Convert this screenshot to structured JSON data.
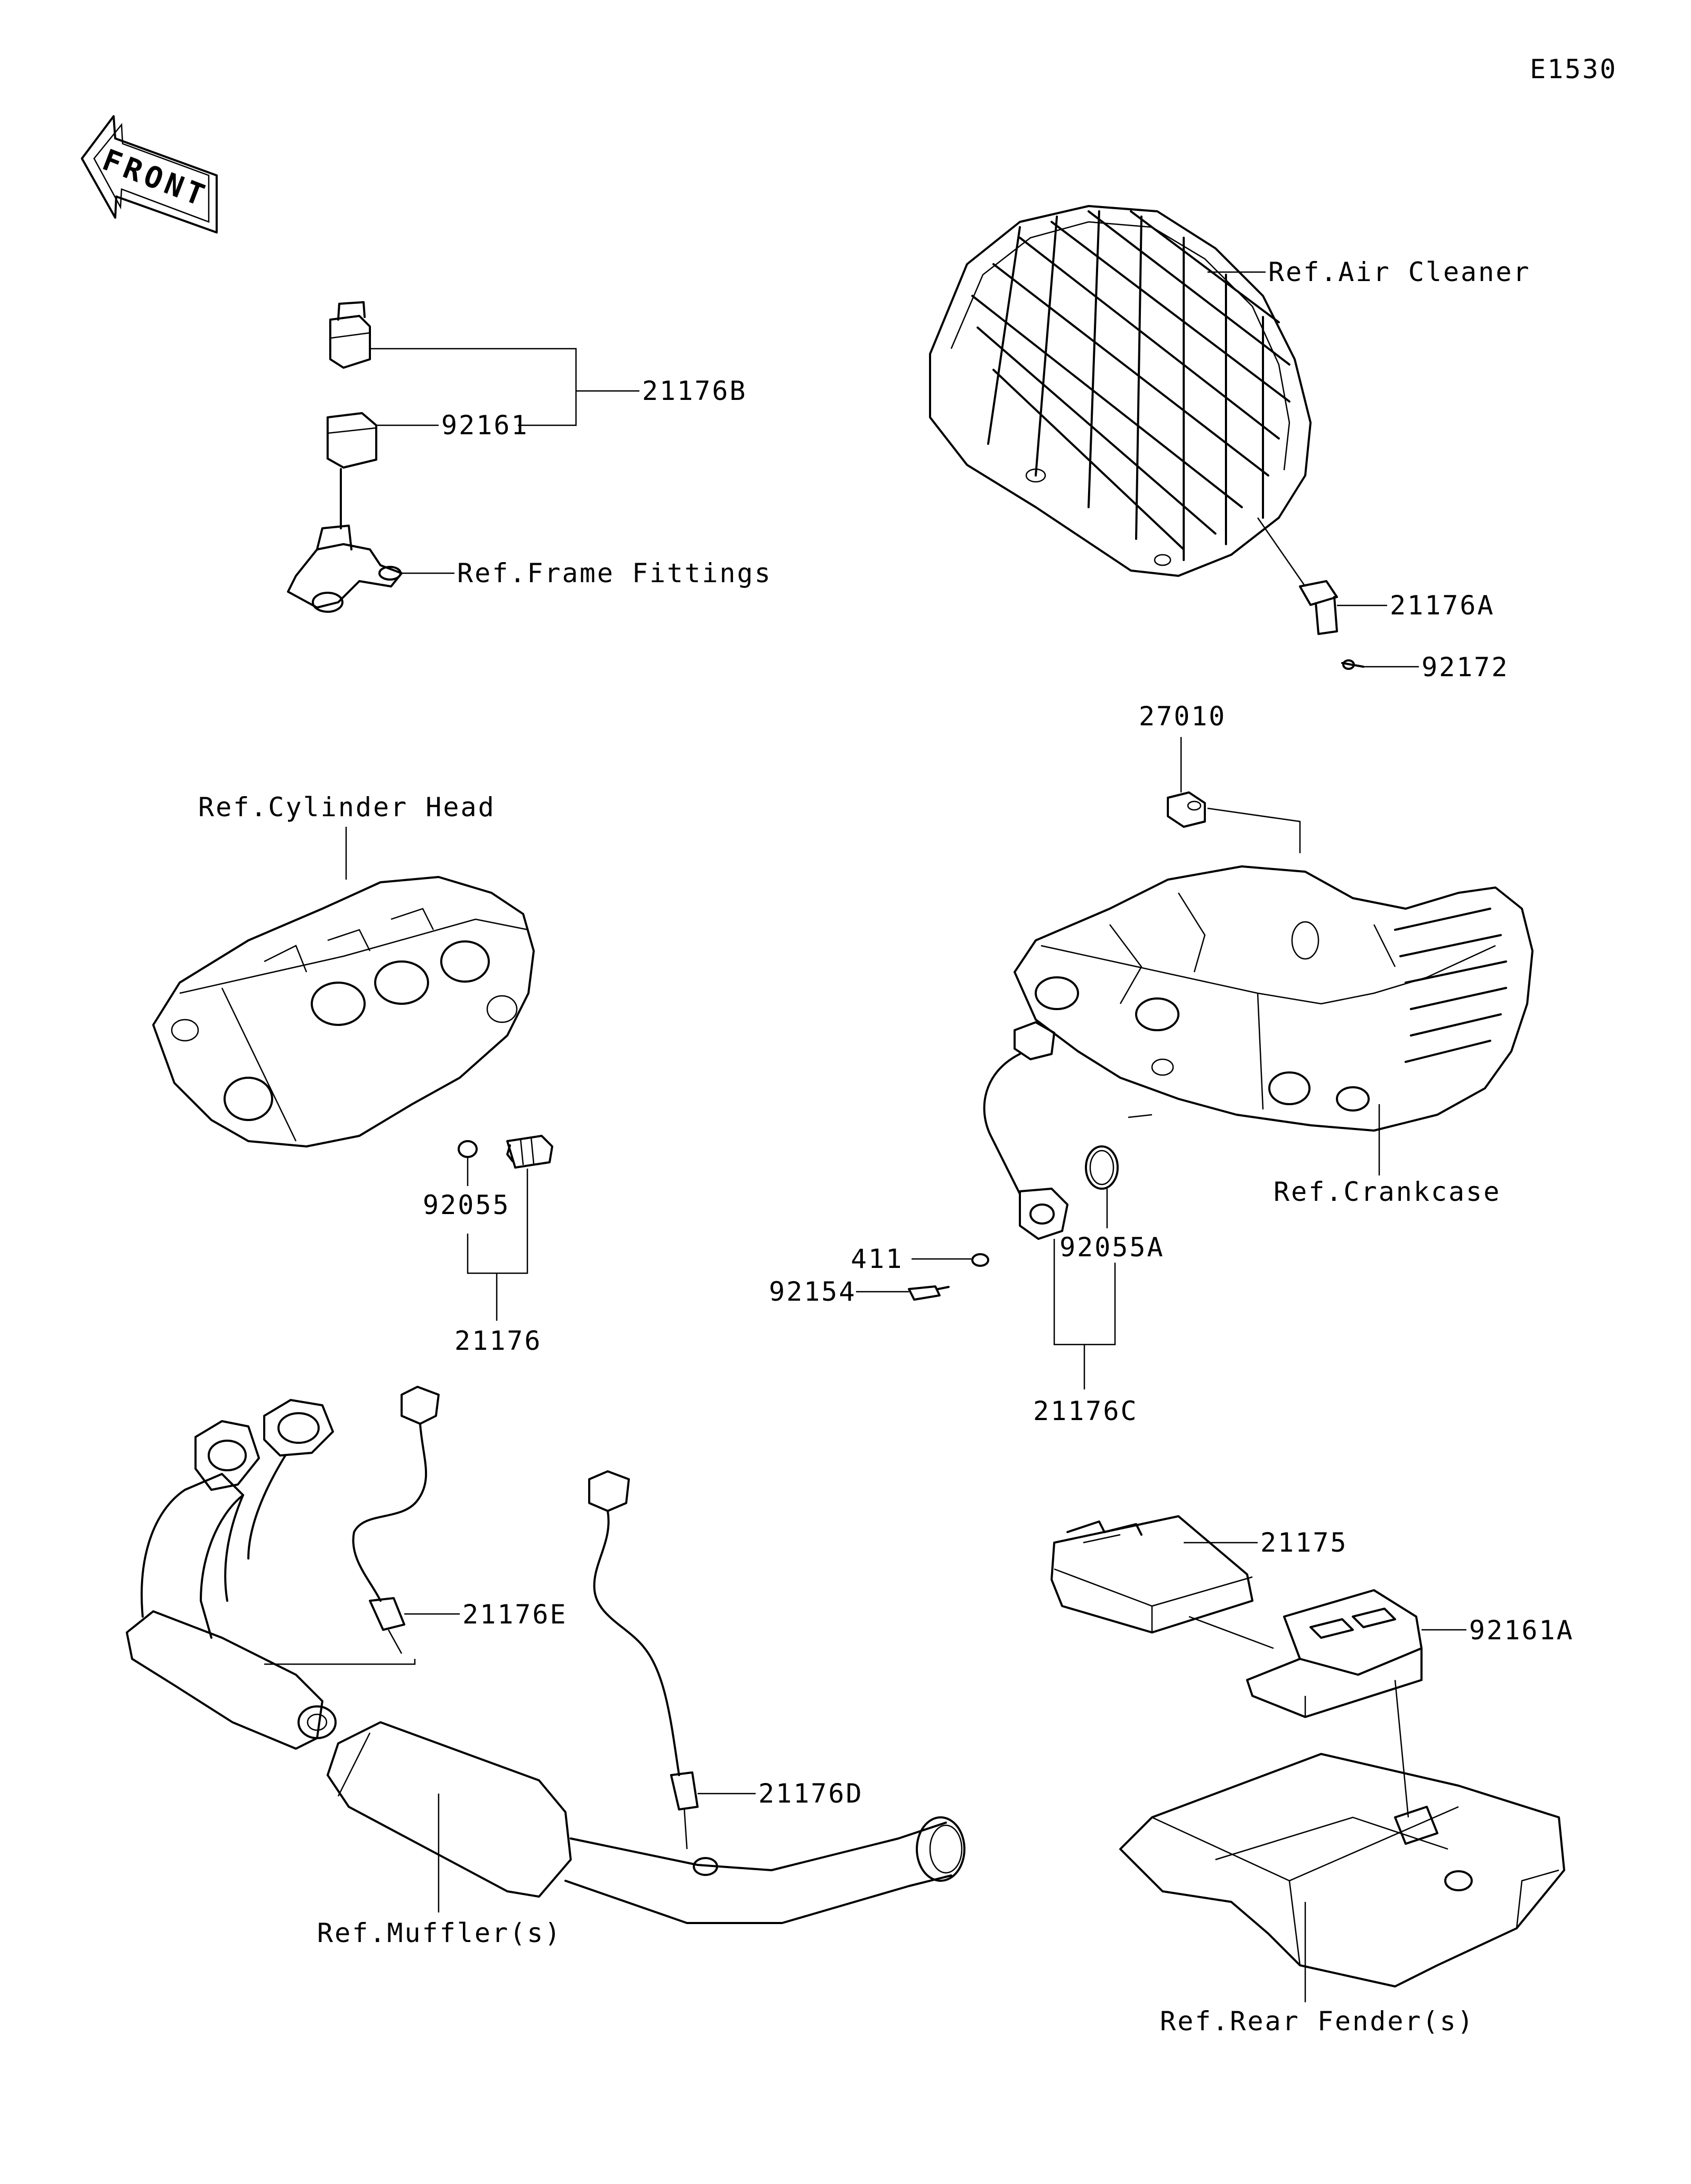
{
  "diagram_code": "E1530",
  "front_arrow": {
    "text": "FRONT",
    "icon": "front-direction-arrow-icon"
  },
  "callouts": {
    "p21176B": "21176B",
    "p92161": "92161",
    "ref_frame_fittings": "Ref.Frame Fittings",
    "ref_air_cleaner": "Ref.Air Cleaner",
    "p21176A": "21176A",
    "p92172": "92172",
    "p27010": "27010",
    "ref_cylinder_head": "Ref.Cylinder Head",
    "p92055": "92055",
    "p21176": "21176",
    "ref_crankcase": "Ref.Crankcase",
    "p411": "411",
    "p92154": "92154",
    "p92055A": "92055A",
    "p21176C": "21176C",
    "p21176E": "21176E",
    "p21176D": "21176D",
    "ref_mufflers": "Ref.Muffler(s)",
    "p21175": "21175",
    "p92161A": "92161A",
    "ref_rear_fenders": "Ref.Rear Fender(s)"
  }
}
